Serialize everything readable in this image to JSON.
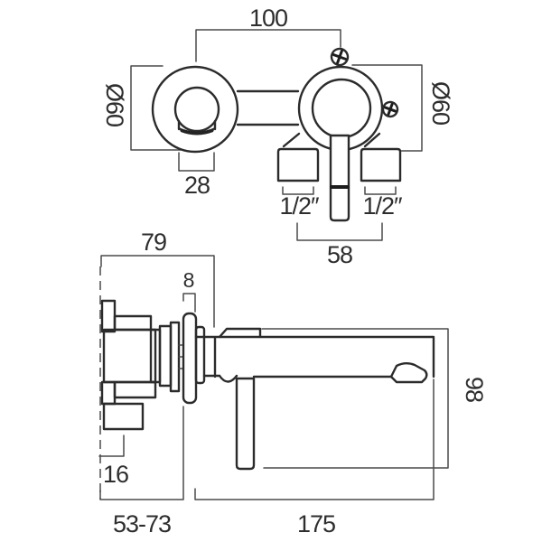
{
  "drawing_type": "wall-mounted basin mixer tap dimensional drawing",
  "style": {
    "line_color": "#2b2b2b",
    "background": "#ffffff",
    "text_color": "#2e2e2e"
  },
  "front_view": {
    "dim_hole_centres": "100",
    "dim_diameter_left": "Ø60",
    "dim_diameter_right": "Ø60",
    "dim_spout_width": "28",
    "dim_inlet_left": "1/2″",
    "dim_inlet_right": "1/2″",
    "dim_inlet_spacing": "58"
  },
  "side_view": {
    "dim_body_depth": "79",
    "dim_plate_thickness": "8",
    "dim_inlet_offset": "16",
    "dim_wall_adjust_range": "53-73",
    "dim_spout_projection": "175",
    "dim_drop_height": "98"
  }
}
